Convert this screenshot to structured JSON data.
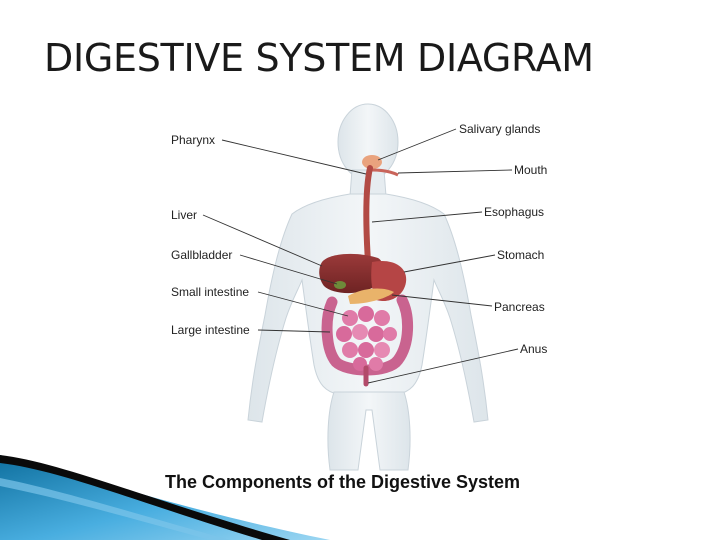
{
  "slide": {
    "title": "DIGESTIVE SYSTEM DIAGRAM"
  },
  "diagram": {
    "caption": "The Components of the Digestive System",
    "labels_left": [
      "Pharynx",
      "Liver",
      "Gallbladder",
      "Small intestine",
      "Large intestine"
    ],
    "labels_right": [
      "Salivary glands",
      "Mouth",
      "Esophagus",
      "Stomach",
      "Pancreas",
      "Anus"
    ]
  }
}
